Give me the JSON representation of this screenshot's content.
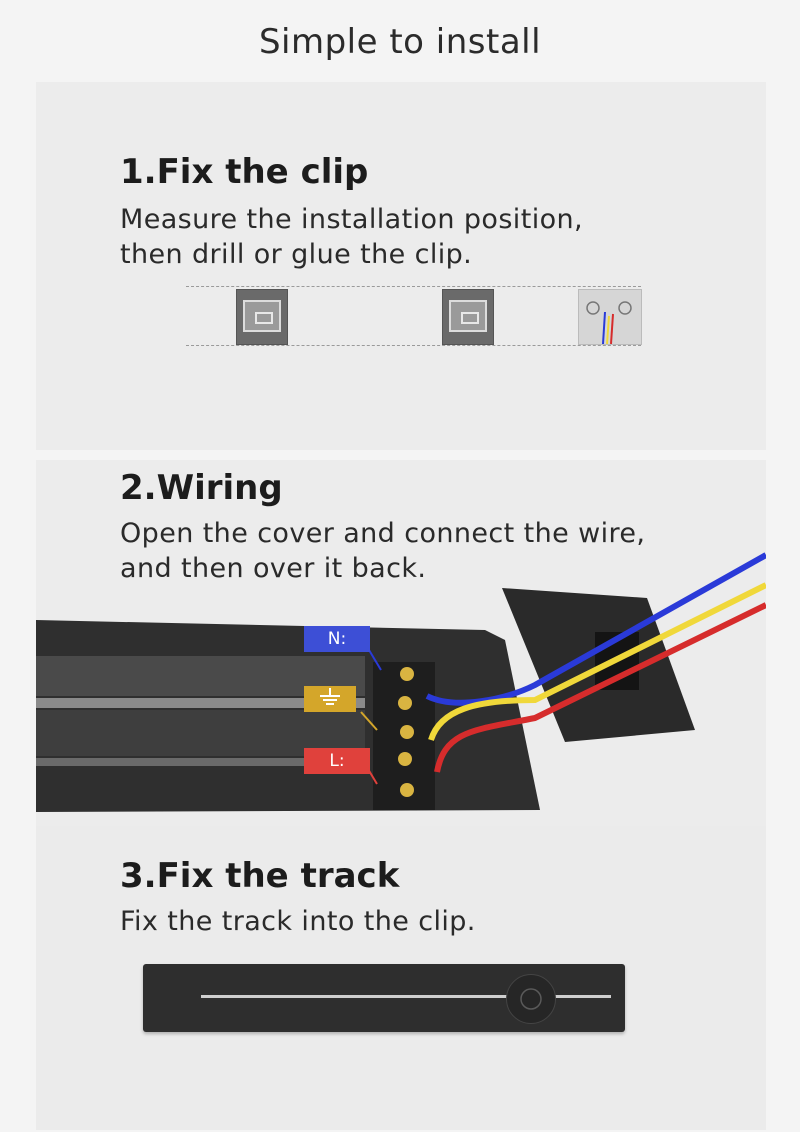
{
  "page": {
    "title": "Simple to install"
  },
  "steps": [
    {
      "title": "1.Fix the clip",
      "desc_lines": [
        "Measure the installation position,",
        "then drill or glue the clip."
      ]
    },
    {
      "title": "2.Wiring",
      "desc_lines": [
        "Open the cover and connect the wire,",
        "and then over it back."
      ],
      "labels": {
        "neutral": "N:",
        "live": "L:"
      }
    },
    {
      "title": "3.Fix the track",
      "desc_lines": [
        "Fix the track into the clip."
      ]
    }
  ],
  "colors": {
    "neutral_tag": "#3d4fd6",
    "earth_tag": "#d4a62a",
    "live_tag": "#e0413c",
    "wire_blue": "#2a3ad8",
    "wire_yellow": "#f0d83a",
    "wire_red": "#d62c2c"
  },
  "icons": [
    "ground-symbol-icon",
    "screw-terminal-icon"
  ]
}
